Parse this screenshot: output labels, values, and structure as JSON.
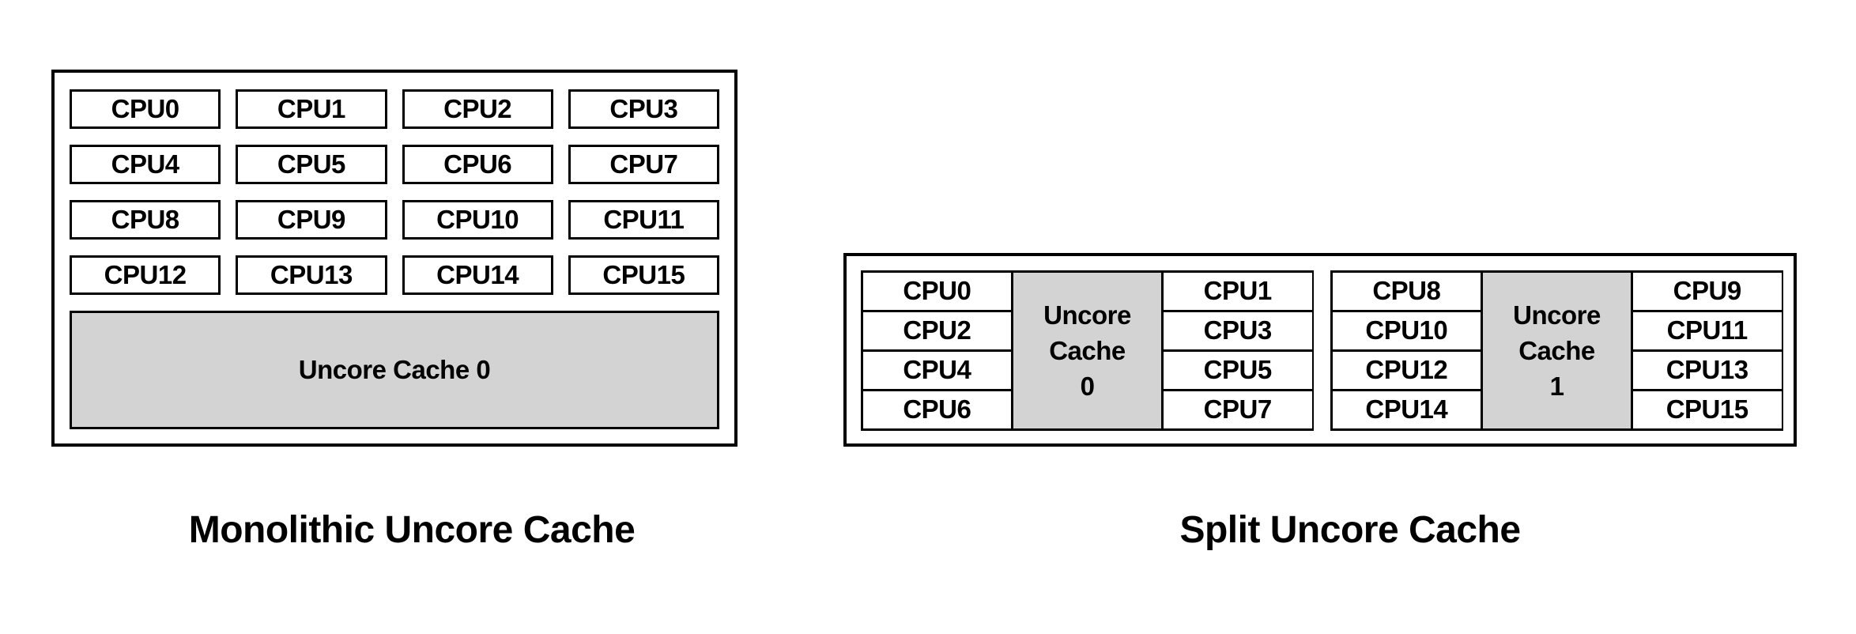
{
  "colors": {
    "background": "#ffffff",
    "line": "#000000",
    "cache_fill": "#d3d3d3",
    "text": "#000000"
  },
  "diagrams": [
    {
      "id": "monolithic",
      "caption": "Monolithic Uncore Cache",
      "cpus": [
        "CPU0",
        "CPU1",
        "CPU2",
        "CPU3",
        "CPU4",
        "CPU5",
        "CPU6",
        "CPU7",
        "CPU8",
        "CPU9",
        "CPU10",
        "CPU11",
        "CPU12",
        "CPU13",
        "CPU14",
        "CPU15"
      ],
      "cache_label": "Uncore Cache 0"
    },
    {
      "id": "split",
      "caption": "Split Uncore Cache",
      "groups": [
        {
          "left_cpus": [
            "CPU0",
            "CPU2",
            "CPU4",
            "CPU6"
          ],
          "cache_lines": [
            "Uncore",
            "Cache",
            "0"
          ],
          "right_cpus": [
            "CPU1",
            "CPU3",
            "CPU5",
            "CPU7"
          ]
        },
        {
          "left_cpus": [
            "CPU8",
            "CPU10",
            "CPU12",
            "CPU14"
          ],
          "cache_lines": [
            "Uncore",
            "Cache",
            "1"
          ],
          "right_cpus": [
            "CPU9",
            "CPU11",
            "CPU13",
            "CPU15"
          ]
        }
      ]
    }
  ]
}
